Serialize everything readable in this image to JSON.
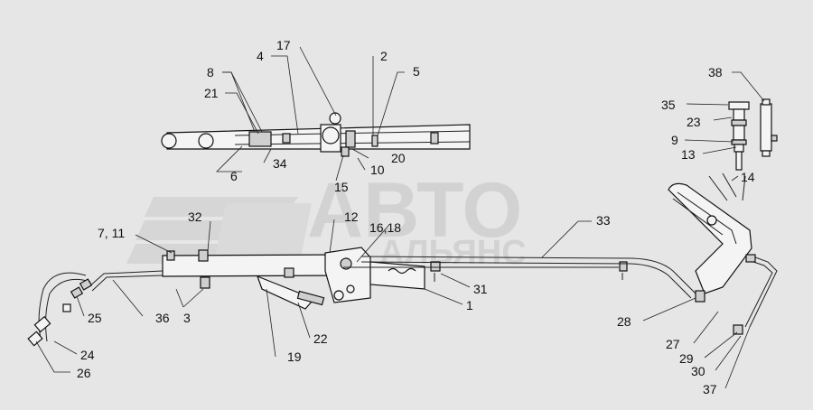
{
  "watermark": {
    "line1": "АВТО",
    "line2": "АЛЬЯНС"
  },
  "callouts": [
    {
      "id": "c17",
      "text": "17"
    },
    {
      "id": "c2",
      "text": "2"
    },
    {
      "id": "c4",
      "text": "4"
    },
    {
      "id": "c5",
      "text": "5"
    },
    {
      "id": "c8",
      "text": "8"
    },
    {
      "id": "c21",
      "text": "21"
    },
    {
      "id": "c34",
      "text": "34"
    },
    {
      "id": "c6",
      "text": "6"
    },
    {
      "id": "c10",
      "text": "10"
    },
    {
      "id": "c20",
      "text": "20"
    },
    {
      "id": "c15",
      "text": "15"
    },
    {
      "id": "c32",
      "text": "32"
    },
    {
      "id": "c12",
      "text": "12"
    },
    {
      "id": "c1618",
      "text": "16,18"
    },
    {
      "id": "c33",
      "text": "33"
    },
    {
      "id": "c711",
      "text": "7, 11"
    },
    {
      "id": "c3",
      "text": "3"
    },
    {
      "id": "c36",
      "text": "36"
    },
    {
      "id": "c25",
      "text": "25"
    },
    {
      "id": "c24",
      "text": "24"
    },
    {
      "id": "c26",
      "text": "26"
    },
    {
      "id": "c22",
      "text": "22"
    },
    {
      "id": "c19",
      "text": "19"
    },
    {
      "id": "c31",
      "text": "31"
    },
    {
      "id": "c1",
      "text": "1"
    },
    {
      "id": "c38",
      "text": "38"
    },
    {
      "id": "c35",
      "text": "35"
    },
    {
      "id": "c23",
      "text": "23"
    },
    {
      "id": "c9",
      "text": "9"
    },
    {
      "id": "c13",
      "text": "13"
    },
    {
      "id": "c14",
      "text": "14"
    },
    {
      "id": "c28",
      "text": "28"
    },
    {
      "id": "c27",
      "text": "27"
    },
    {
      "id": "c29",
      "text": "29"
    },
    {
      "id": "c30",
      "text": "30"
    },
    {
      "id": "c37",
      "text": "37"
    }
  ]
}
